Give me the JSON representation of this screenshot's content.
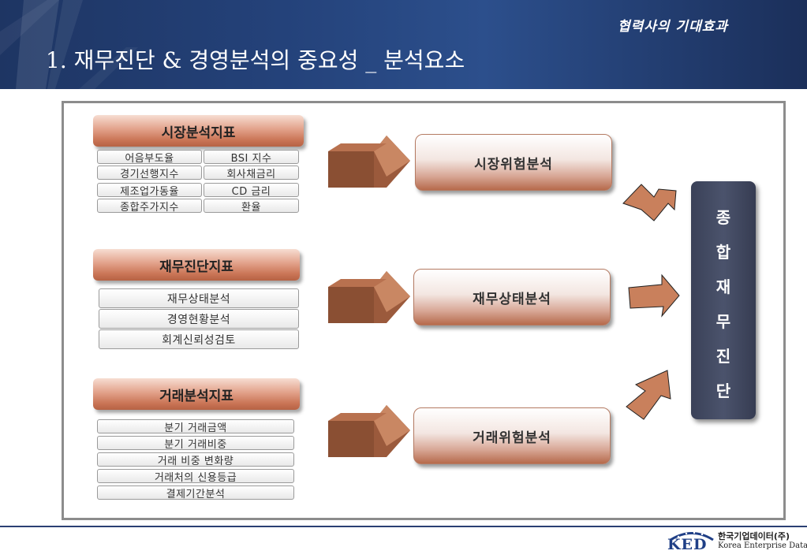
{
  "header": {
    "subtitle": "협력사의 기대효과",
    "title": "1. 재무진단 & 경영분석의 중요성 _ 분석요소"
  },
  "groups": {
    "market": {
      "title": "시장분석지표",
      "items": [
        "어음부도율",
        "BSI 지수",
        "경기선행지수",
        "회사채금리",
        "제조업가동율",
        "CD 금리",
        "종합주가지수",
        "환율"
      ]
    },
    "finance": {
      "title": "재무진단지표",
      "items": [
        "재무상태분석",
        "경영현황분석",
        "회계신뢰성검토"
      ]
    },
    "trade": {
      "title": "거래분석지표",
      "items": [
        "분기 거래금액",
        "분기 거래비중",
        "거래 비중 변화량",
        "거래처의 신용등급",
        "결제기간분석"
      ]
    }
  },
  "results": {
    "market": "시장위험분석",
    "finance": "재무상태분석",
    "trade": "거래위험분석"
  },
  "final": {
    "chars": [
      "종",
      "합",
      "재",
      "무",
      "진",
      "단"
    ]
  },
  "footer": {
    "logo_mark": "KED",
    "company_ko": "한국기업데이터(주)",
    "company_en": "Korea Enterprise Data"
  },
  "colors": {
    "header_bg": "#24427a",
    "accent_copper": "#c97455",
    "arrow_brown": "#9b5a3c",
    "final_box": "#4b536c"
  }
}
